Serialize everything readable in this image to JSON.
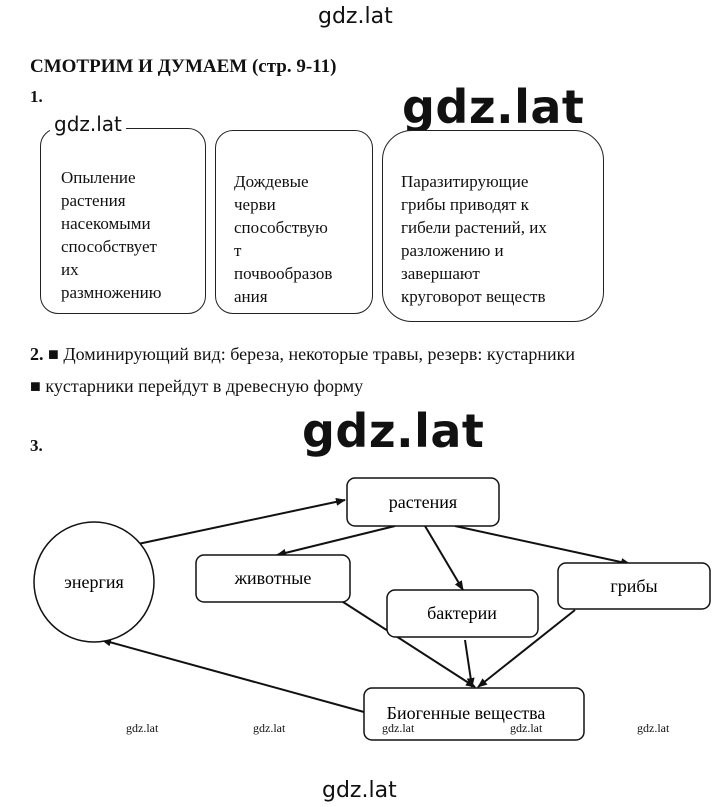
{
  "watermark": "gdz.lat",
  "section_title": "СМОТРИМ И ДУМАЕМ (стр. 9-11)",
  "task1": {
    "number": "1.",
    "cards": [
      "Опыление\nрастения\nнасекомыми\nспособствует\nих\nразмножению",
      "Дождевые\nчерви\nспособствую\nт\nпочвообразов\nания",
      "Паразитирующие\nгрибы приводят к\nгибели растений, их\nразложению и\nзавершают\nкруговорот веществ"
    ]
  },
  "task2": {
    "number": "2.",
    "bullet": "■",
    "line1": "Доминирующий вид: береза, некоторые травы, резерв: кустарники",
    "line2": "кустарники перейдут в древесную форму"
  },
  "task3": {
    "number": "3.",
    "nodes": {
      "energy": "энергия",
      "plants": "растения",
      "animals": "животные",
      "bacteria": "бактерии",
      "fungi": "грибы",
      "biogenic": "Биогенные вещества"
    }
  }
}
